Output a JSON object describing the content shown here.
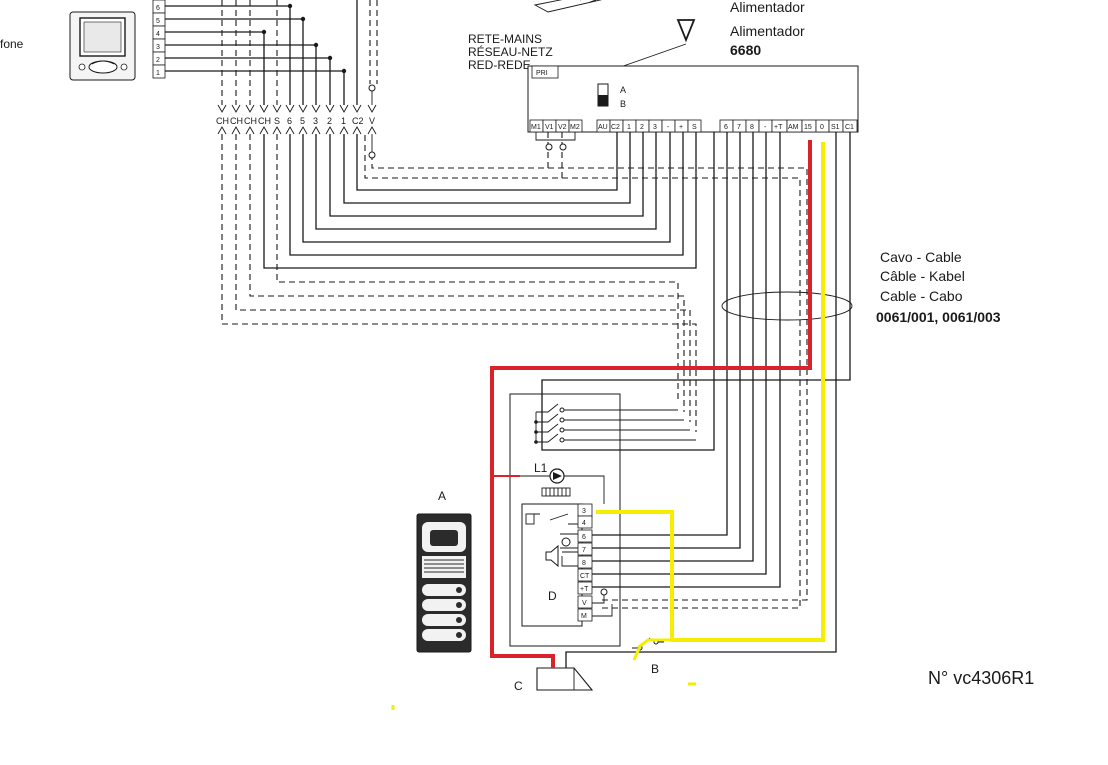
{
  "colors": {
    "line": "#1a1a1a",
    "red_wire": "#d8232a",
    "yellow_wire": "#f5ee00"
  },
  "monitor": {
    "partial_label": "fone",
    "terminals": [
      "6",
      "5",
      "4",
      "3",
      "2",
      "1"
    ]
  },
  "distributor": {
    "terminals": [
      "CH",
      "CH",
      "CH",
      "CH",
      "S",
      "6",
      "5",
      "3",
      "2",
      "1",
      "C2",
      "V"
    ]
  },
  "mains": {
    "labels": [
      "RETE-MAINS",
      "RÉSEAU-NETZ",
      "RED-REDE"
    ]
  },
  "power_supply": {
    "names": [
      "Alimentador",
      "Alimentador"
    ],
    "code": "6680",
    "pri_label": "PRI",
    "switch_labels": [
      "A",
      "B"
    ],
    "terminals_left": [
      "M1",
      "V1",
      "V2",
      "M2"
    ],
    "terminals_mid": [
      "AU",
      "C2",
      "1",
      "2",
      "3",
      "-",
      "+",
      "S"
    ],
    "terminals_right": [
      "6",
      "7",
      "8",
      "-",
      "+T",
      "AM",
      "15",
      "0",
      "S1",
      "C1"
    ]
  },
  "cable": {
    "lines": [
      "Cavo - Cable",
      "Câble - Kabel",
      "Cable - Cabo"
    ],
    "codes": "0061/001, 0061/003"
  },
  "door_station": {
    "panel_label": "A",
    "lamp_label": "L1",
    "module_label": "D",
    "terminals": [
      "3",
      "4",
      "6",
      "7",
      "8",
      "CT",
      "+T",
      "V",
      "M"
    ]
  },
  "lock_label": "C",
  "button_label": "B",
  "diagram_ref": "N° vc4306R1"
}
